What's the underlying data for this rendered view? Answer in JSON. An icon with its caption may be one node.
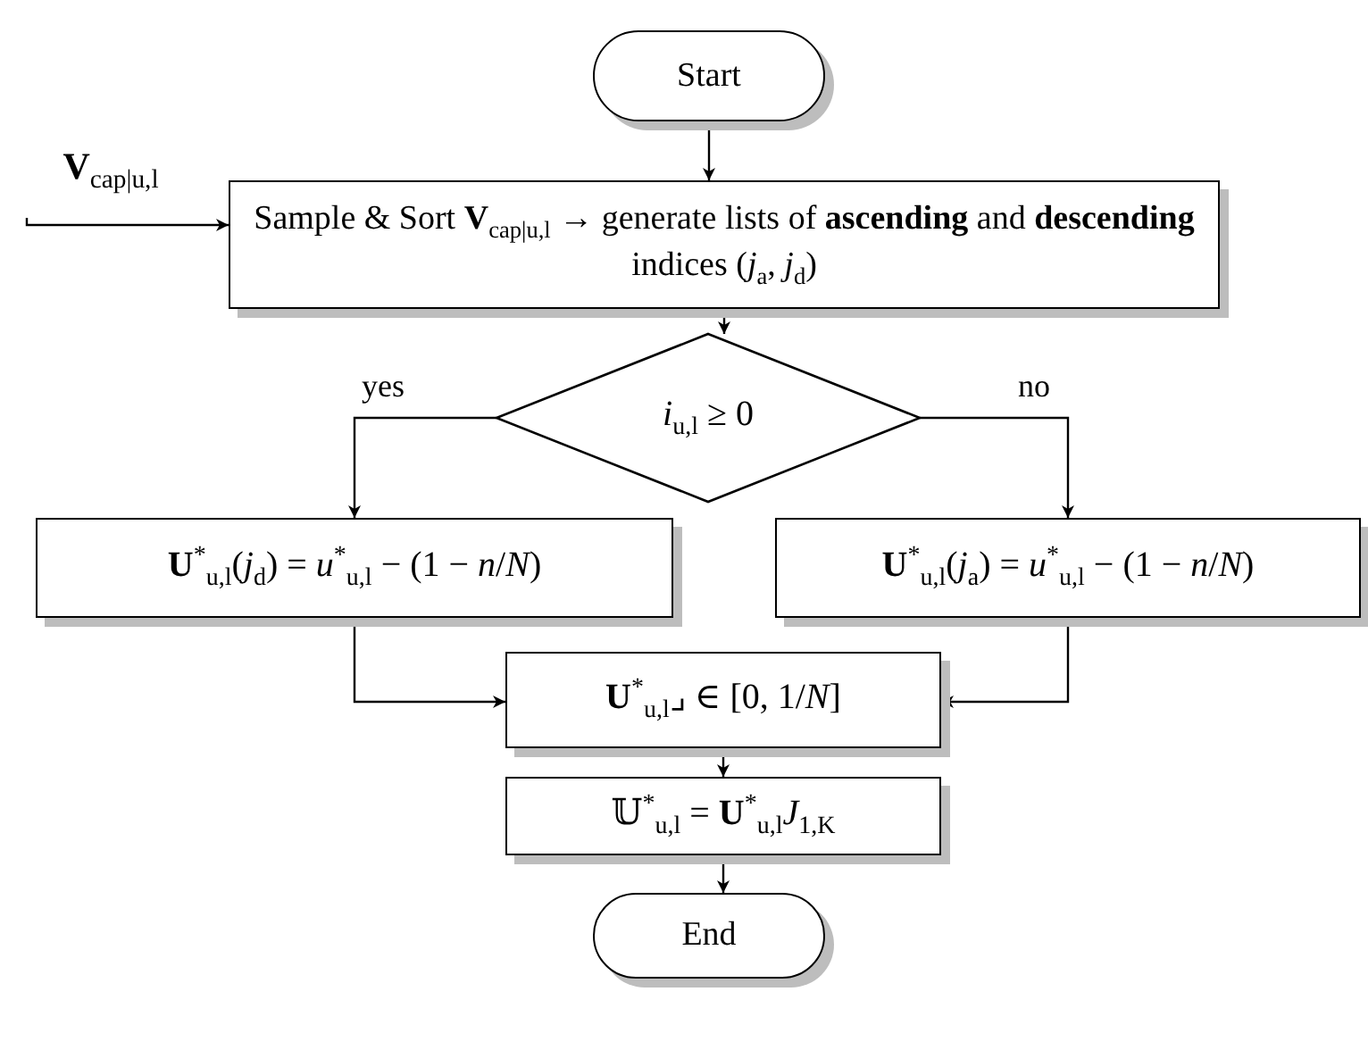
{
  "diagram": {
    "nodes": [
      {
        "text": [
          "Start"
        ]
      },
      {
        "text": [
          "**V**$_{cap|u,l}$"
        ]
      },
      {
        "text": [
          "Sample & Sort **V**$_{cap|u,l}$ → generate lists of **ascending** and **descending** indices (*j*$_{a}$, *j*$_{d}$)"
        ]
      },
      {
        "text": [
          "*i*$_{u,l}$ ≥ 0"
        ]
      },
      {
        "text": [
          "**U**$^{*}$$_{u,l}$(*j*$_{d}$) = *u*$^{*}$$_{u,l}$ − (1 − *n*/*N*)"
        ]
      },
      {
        "text": [
          "**U**$^{*}$$_{u,l}$(*j*$_{a}$) = *u*$^{*}$$_{u,l}$ − (1 − *n*/*N*)"
        ]
      },
      {
        "text": [
          "**U**$^{*}$$_{u,l}$⌟ ∈ [0, 1/*N*]"
        ]
      },
      {
        "text": [
          "𝕌$^{*}$$_{u,l}$ = **U**$^{*}$$_{u,l}$*J*$_{1,K}$"
        ]
      },
      {
        "text": [
          "End"
        ]
      }
    ],
    "edges": [
      {
        "from": 0,
        "to": 2,
        "arrow": "to"
      },
      {
        "from": 1,
        "to": 2,
        "arrow": "to"
      },
      {
        "from": 2,
        "to": 3,
        "arrow": "to"
      },
      {
        "from": 3,
        "to": 4,
        "arrow": "to",
        "label": "yes"
      },
      {
        "from": 3,
        "to": 5,
        "arrow": "to",
        "label": "no"
      },
      {
        "from": 4,
        "to": 6,
        "arrow": "to"
      },
      {
        "from": 5,
        "to": 6,
        "arrow": "to"
      },
      {
        "from": 6,
        "to": 7,
        "arrow": "to"
      },
      {
        "from": 7,
        "to": 8,
        "arrow": "to"
      }
    ]
  }
}
